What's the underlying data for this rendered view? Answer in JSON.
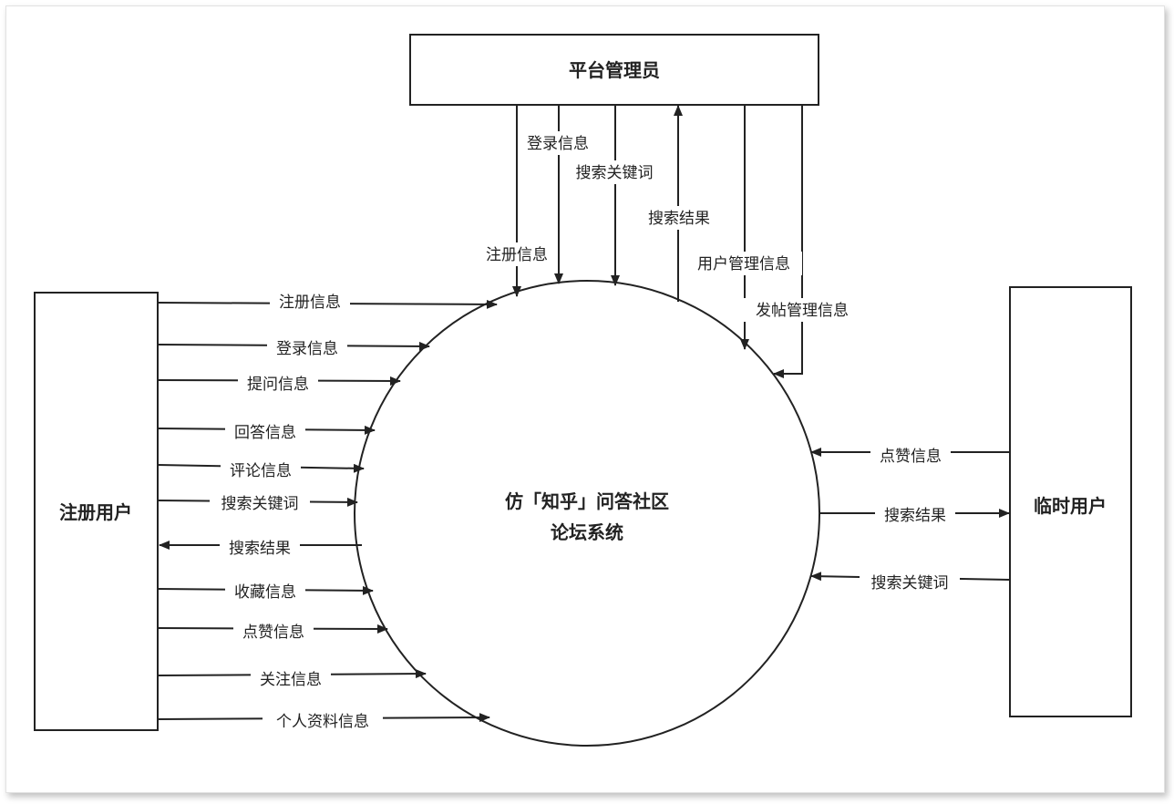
{
  "entities": {
    "admin": "平台管理员",
    "registered_user": "注册用户",
    "temp_user": "临时用户"
  },
  "process": {
    "line1": "仿「知乎」问答社区",
    "line2": "论坛系统"
  },
  "flows": {
    "admin": [
      "登录信息",
      "搜索关键词",
      "搜索结果",
      "注册信息",
      "用户管理信息",
      "发帖管理信息"
    ],
    "registered": [
      "注册信息",
      "登录信息",
      "提问信息",
      "回答信息",
      "评论信息",
      "搜索关键词",
      "搜索结果",
      "收藏信息",
      "点赞信息",
      "关注信息",
      "个人资料信息"
    ],
    "temp": [
      "点赞信息",
      "搜索结果",
      "搜索关键词"
    ]
  }
}
